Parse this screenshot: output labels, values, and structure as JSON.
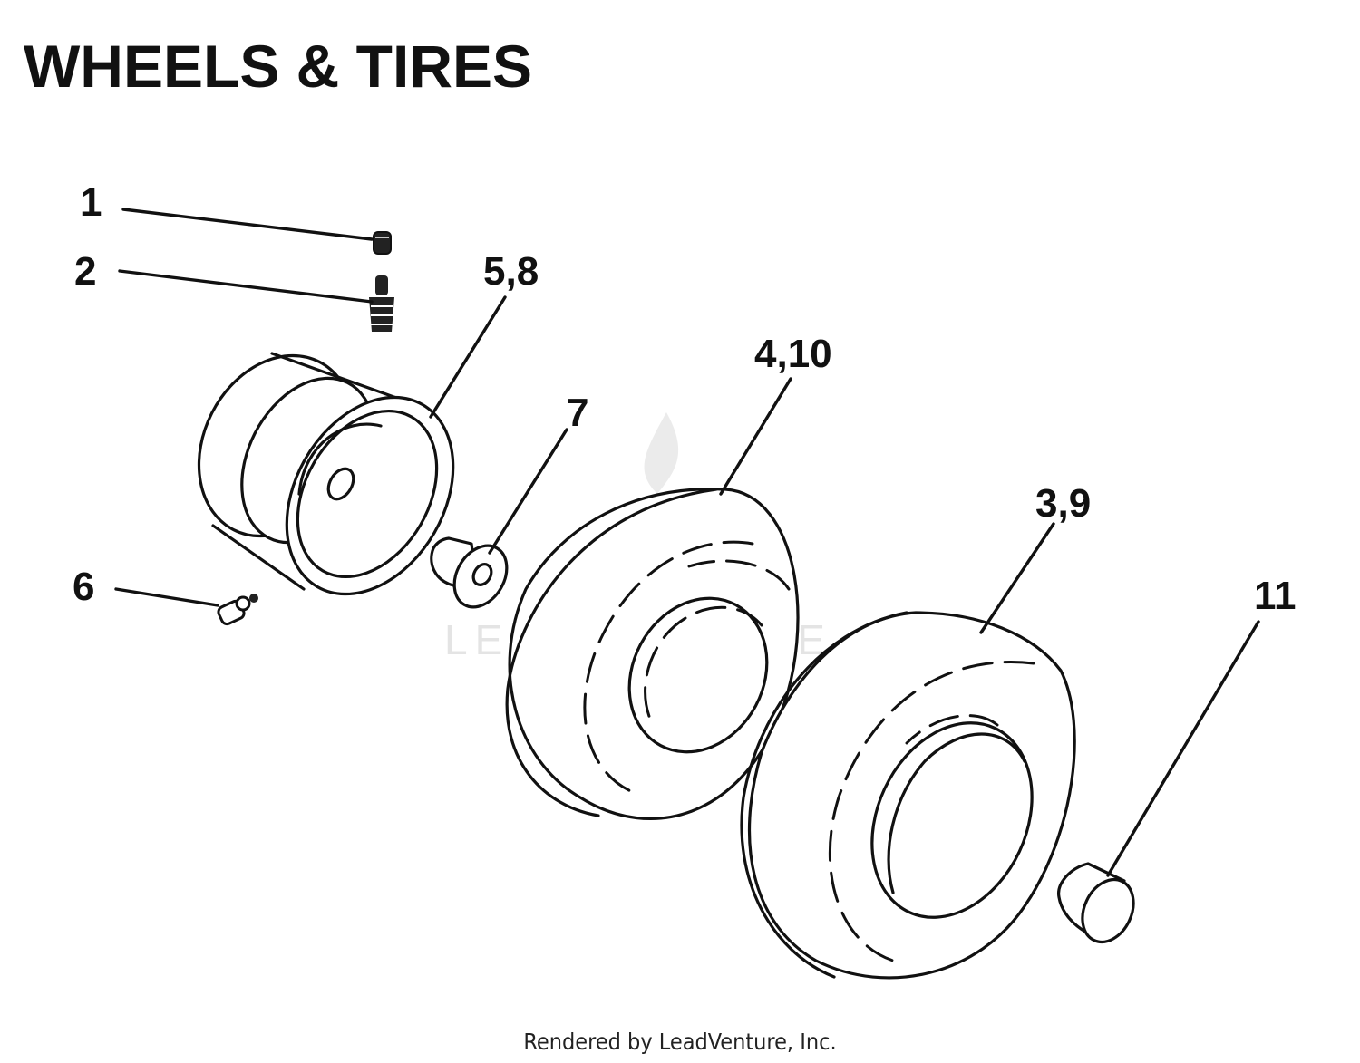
{
  "title": "WHEELS & TIRES",
  "callouts": {
    "c1": "1",
    "c2": "2",
    "c58": "5,8",
    "c410": "4,10",
    "c7": "7",
    "c39": "3,9",
    "c6": "6",
    "c11": "11"
  },
  "watermark": "LEADVENTURE",
  "footer": "Rendered by LeadVenture, Inc."
}
